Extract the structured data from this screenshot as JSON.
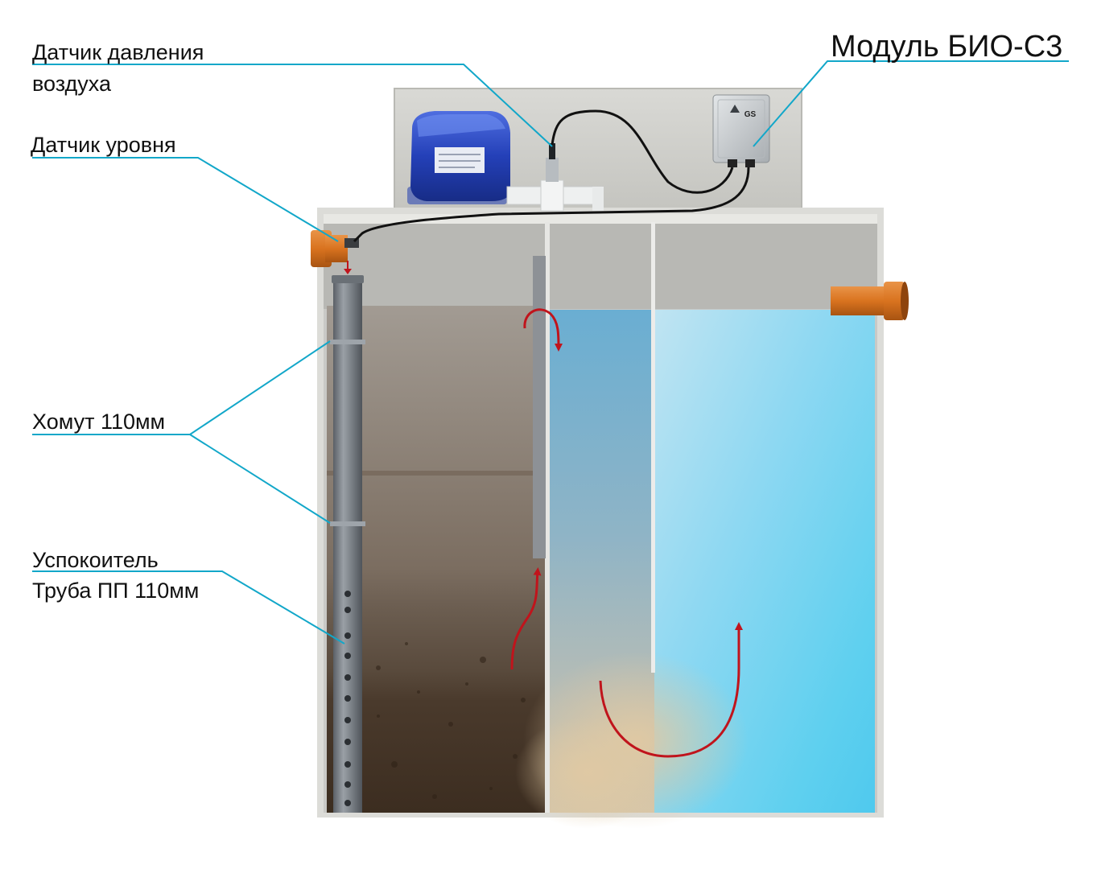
{
  "title": "Модуль БИО-С3",
  "labels": {
    "pressure_sensor_line1": "Датчик давления",
    "pressure_sensor_line2": "воздуха",
    "level_sensor": "Датчик уровня",
    "clamp": "Хомут 110мм",
    "calmer_line1": "Успокоитель",
    "calmer_line2": "Труба ПП 110мм"
  },
  "module_box_badge": "GS",
  "colors": {
    "leader_line": "#12a7c9",
    "flow_arrow": "#c0141c",
    "pipe_orange": "#d9731f",
    "compressor_blue": "#2440b8",
    "clean_water": "#6fd2f0",
    "sludge": "#4a3a2c"
  }
}
